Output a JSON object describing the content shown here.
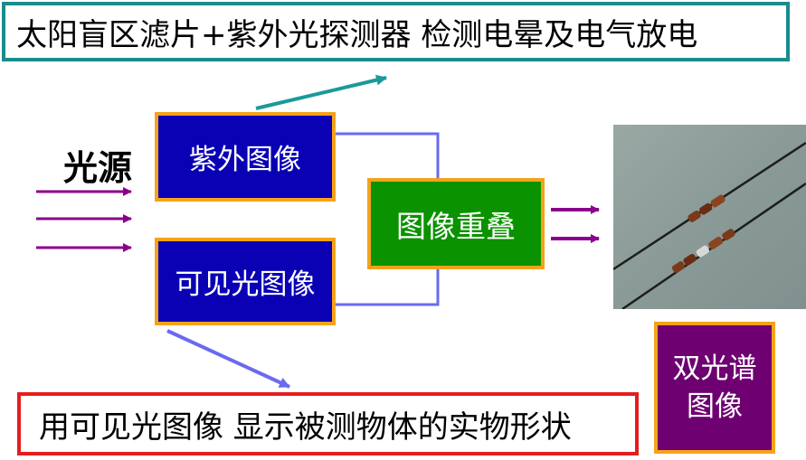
{
  "title": "太阳盲区滤片+紫外光探测器  检测电晕及电气放电",
  "source_label": "光源",
  "boxes": {
    "uv_image": "紫外图像",
    "visible_image": "可见光图像",
    "overlay": "图像重叠",
    "dual_spectrum_line1": "双光谱",
    "dual_spectrum_line2": "图像"
  },
  "bottom_note": "用可见光图像 显示被测物体的实物形状",
  "colors": {
    "title_border": "#1a8c8c",
    "box_blue": "#0a00b4",
    "box_green": "#0a9200",
    "box_purple": "#6e0071",
    "box_border": "#f5a21b",
    "arrow_purple": "#8b008b",
    "arrow_teal": "#1a9a9a",
    "arrow_blue": "#6a6af0",
    "note_border": "#e51d1d"
  }
}
